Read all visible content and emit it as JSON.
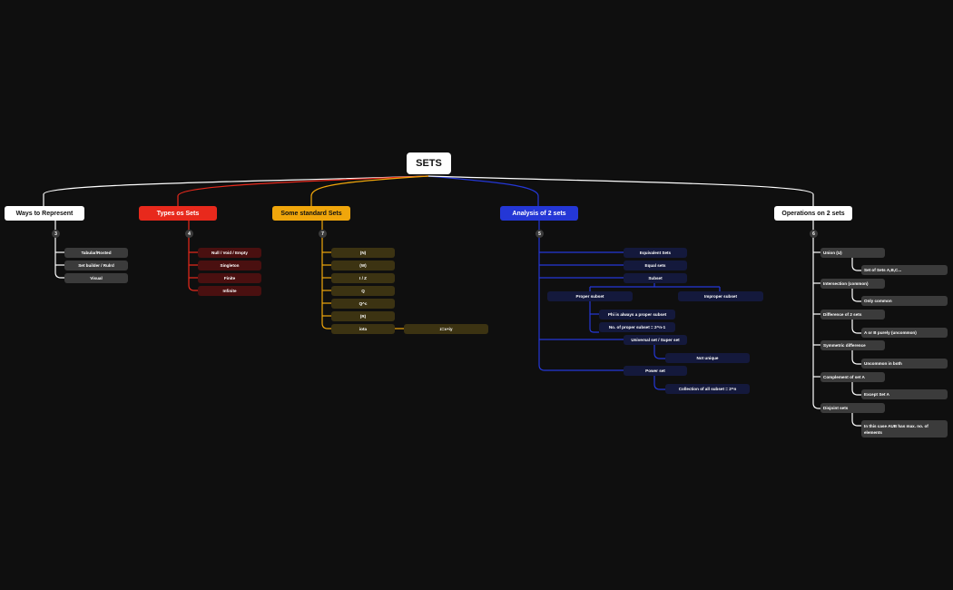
{
  "root": "SETS",
  "colors": {
    "background": "#0f0f0f",
    "white_branch": "#ffffff",
    "red_branch": "#e8291c",
    "yellow_branch": "#f0a60b",
    "blue_branch": "#2437d6"
  },
  "branches": {
    "ways": {
      "label": "Ways to Represent",
      "count": "3",
      "items": [
        "Tabular/Rosted",
        "Set builder / Rulrd",
        "Visual"
      ]
    },
    "types": {
      "label": "Types os Sets",
      "count": "4",
      "items": [
        "Null / Void / Empty",
        "Singleton",
        "Finite",
        "Infinite"
      ]
    },
    "standard": {
      "label": "Some standard Sets",
      "count": "7",
      "items": [
        "(N)",
        "(W)",
        "I / Z",
        "Q",
        "Q^c",
        "(R)",
        "iota"
      ],
      "iota_child": "z=x+iy"
    },
    "analysis": {
      "label": "Analysis of 2 sets",
      "count": "5",
      "equivalent": "Equivalent Sets",
      "equal": "Equal sets",
      "subset": "Subset",
      "proper": "Proper subset",
      "improper": "Improper subset",
      "phi": "Phi is always a proper subset",
      "num_proper": "No. of proper subset = 2^n-1",
      "universal": "Universal set / Super set",
      "not_unique": "Not unique",
      "power": "Power set",
      "power_child": "Collection of all subset = 2^n"
    },
    "operations": {
      "label": "Operations on 2 sets",
      "count": "6",
      "items": [
        {
          "label": "Union (U)",
          "child": "Set of Sets A,B,C..."
        },
        {
          "label": "Intersection (common)",
          "child": "Only common"
        },
        {
          "label": "Difference of 2 sets",
          "child": "A or B purely (uncommon)"
        },
        {
          "label": "Symmetric difference",
          "child": "Uncommon in both"
        },
        {
          "label": "Complement of set A",
          "child": "Except Set A"
        },
        {
          "label": "Disjoint sets",
          "child": "In this case AUB  has max. no. of elements"
        }
      ]
    }
  }
}
